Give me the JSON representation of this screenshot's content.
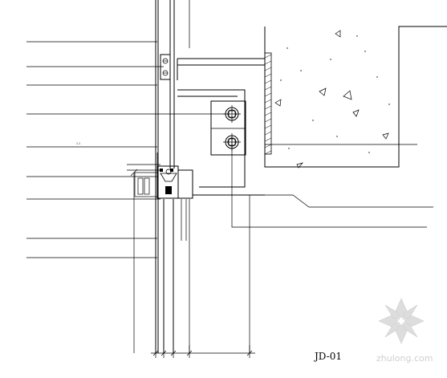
{
  "drawing": {
    "title": "JD-01",
    "watermark": "zhulong.com",
    "callout_labels": [
      "",
      "",
      "",
      "",
      "",
      "",
      "",
      "",
      "",
      "",
      ""
    ],
    "dimension_labels": [
      "",
      "",
      "",
      ""
    ],
    "vertical_dimension_label": "",
    "stray_marks": [
      "1 1"
    ],
    "colors": {
      "ink": "#000000",
      "background": "#ffffff",
      "watermark": "#cfcfcf"
    }
  }
}
